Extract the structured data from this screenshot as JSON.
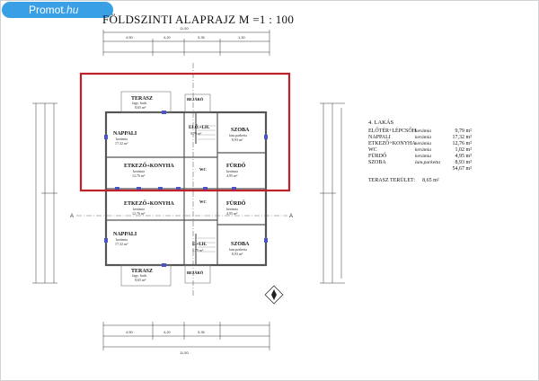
{
  "watermark": {
    "brand": "Promot",
    "suffix": ".hu"
  },
  "title": "FÖLDSZINTI ALAPRAJZ M =1 : 100",
  "apartment": {
    "heading": "4. LAKÁS",
    "rooms": [
      {
        "name": "ELŐTÉR+LÉPCSŐH.",
        "material": "kerámia",
        "area": "9,79 m²"
      },
      {
        "name": "NAPPALI",
        "material": "kerámia",
        "area": "17,32 m²"
      },
      {
        "name": "ETKEZŐ+KONYHA",
        "material": "kerámia",
        "area": "12,76 m²"
      },
      {
        "name": "WC",
        "material": "kerámia",
        "area": "1,02 m²"
      },
      {
        "name": "FÜRDŐ",
        "material": "kerámia",
        "area": "4,95 m²"
      },
      {
        "name": "SZOBA",
        "material": "lam.parketta",
        "area": "8,93 m²"
      },
      {
        "name": "",
        "material": "",
        "area": "54,67 m²"
      }
    ],
    "terrace_label": "TERASZ TERÜLET:",
    "terrace_area": "8,65 m²"
  },
  "plan": {
    "upper": {
      "terasz": "TERASZ",
      "terasz_sub": "fagy. burk.",
      "terasz_area": "8,65 m²",
      "bejaro": "BEJÁRÓ",
      "nappali": "NAPPALI",
      "nappali_sub": "kerámia",
      "nappali_area": "17,32 m²",
      "elotlh": "ELŐ.+LH.",
      "elotlh_area": "9,79 m²",
      "szoba": "SZOBA",
      "szoba_sub": "lam.parketta",
      "szoba_area": "8,93 m²",
      "etkezo": "ETKEZŐ+KONYHA",
      "etkezo_sub": "kerámia",
      "etkezo_area": "12,76 m²",
      "furdo": "FÜRDŐ",
      "furdo_sub": "kerámia",
      "furdo_area": "4,95 m²",
      "wc": "WC"
    },
    "lower": {
      "etkezo": "ETKEZŐ+KONYHA",
      "etkezo_sub": "kerámia",
      "etkezo_area": "12,76 m²",
      "furdo": "FÜRDŐ",
      "furdo_sub": "kerámia",
      "furdo_area": "4,95 m²",
      "wc": "WC",
      "nappali": "NAPPALI",
      "nappali_sub": "kerámia",
      "nappali_area": "17,32 m²",
      "elolh": "E.+LH.",
      "elolh_area": "9,79 m²",
      "szoba": "SZOBA",
      "szoba_sub": "lam.parketta",
      "szoba_area": "8,93 m²",
      "terasz": "TERASZ",
      "terasz_sub": "fagy. burk.",
      "terasz_area": "8,65 m²",
      "bejaro": "BEJÁRÓ"
    },
    "section_a": "A",
    "dims_top": [
      "11,50",
      "4,50",
      "4,20",
      "3,35",
      "1,30"
    ],
    "dims_bottom": [
      "11,50",
      "4,50",
      "4,20",
      "3,35"
    ],
    "highlight_color": "#c0202a",
    "wall_color": "#555555"
  }
}
